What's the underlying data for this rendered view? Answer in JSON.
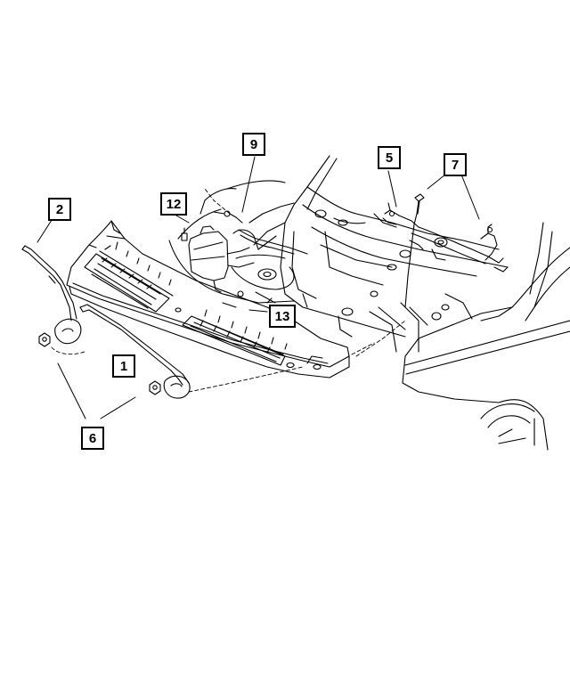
{
  "callouts": {
    "c1": "1",
    "c2": "2",
    "c5": "5",
    "c6": "6",
    "c7": "7",
    "c9": "9",
    "c12": "12",
    "c13": "13"
  },
  "colors": {
    "line": "#000000",
    "background": "#ffffff"
  }
}
